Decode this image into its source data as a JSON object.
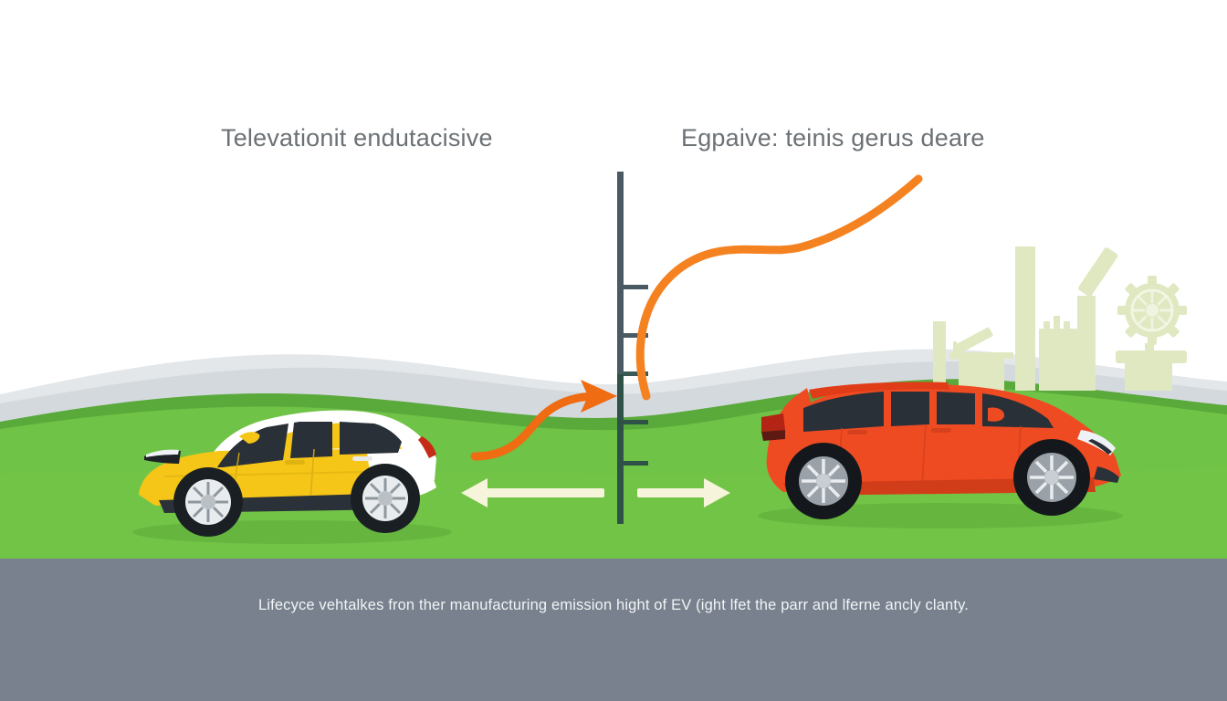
{
  "headings": {
    "left": "Televationit endutacisive",
    "right": "Egpaive: teinis gerus deare"
  },
  "caption": {
    "text": "Lifecyce vehtalkes fron ther manufacturing emission hight of EV (ight lfet the parr and lferne ancly clanty."
  },
  "colors": {
    "background": "#ffffff",
    "caption_bar": "#78818d",
    "grass_front": "#6fc346",
    "grass_mid": "#7cc64a",
    "grass_back": "#5faf3f",
    "hill_gray": "#d9dde1",
    "hill_gray_light": "#e6e9ec",
    "axis": "#4a5a63",
    "axis_below": "#2f5248",
    "curve_orange": "#f58220",
    "arrow_orange": "#ef6c13",
    "arrow_cream": "#f5f3d8",
    "factory": "#dfe8bf",
    "car_left_body": "#f5c518",
    "car_left_trim": "#ffffff",
    "car_right_body": "#ef4b23",
    "heading_text": "#6b7175",
    "caption_text": "#f2f4f6"
  },
  "axis": {
    "name": "vertical-scale-axis",
    "top_y": 188,
    "bottom_y": 572,
    "x": 679,
    "ticks": [
      315,
      368,
      410,
      463,
      508
    ],
    "horizon_y": 410
  },
  "chart_data": {
    "type": "line",
    "title": "Egpaive: teinis gerus deare",
    "xlabel": "",
    "ylabel": "",
    "grid": false,
    "legend": "none",
    "series": [
      {
        "name": "emissions-curve",
        "x": [
          708,
          730,
          760,
          800,
          850,
          900,
          950,
          1005
        ],
        "y": [
          432,
          380,
          320,
          280,
          268,
          252,
          222,
          196
        ]
      }
    ],
    "annotations": [
      {
        "name": "transition-arrow",
        "label": "",
        "from": [
          520,
          500
        ],
        "to": [
          672,
          434
        ]
      },
      {
        "name": "left-direction-arrow",
        "label": "",
        "from": [
          660,
          540
        ],
        "to": [
          505,
          540
        ]
      },
      {
        "name": "right-direction-arrow",
        "label": "",
        "from": [
          700,
          540
        ],
        "to": [
          800,
          540
        ]
      }
    ],
    "tick_count": 5
  },
  "elements": {
    "car_left": {
      "name": "yellow-hatchback-car",
      "facing": "left"
    },
    "car_right": {
      "name": "red-hatchback-car",
      "facing": "right"
    },
    "factory": {
      "name": "factory-silhouette"
    },
    "gear": {
      "name": "gear-icon"
    }
  }
}
